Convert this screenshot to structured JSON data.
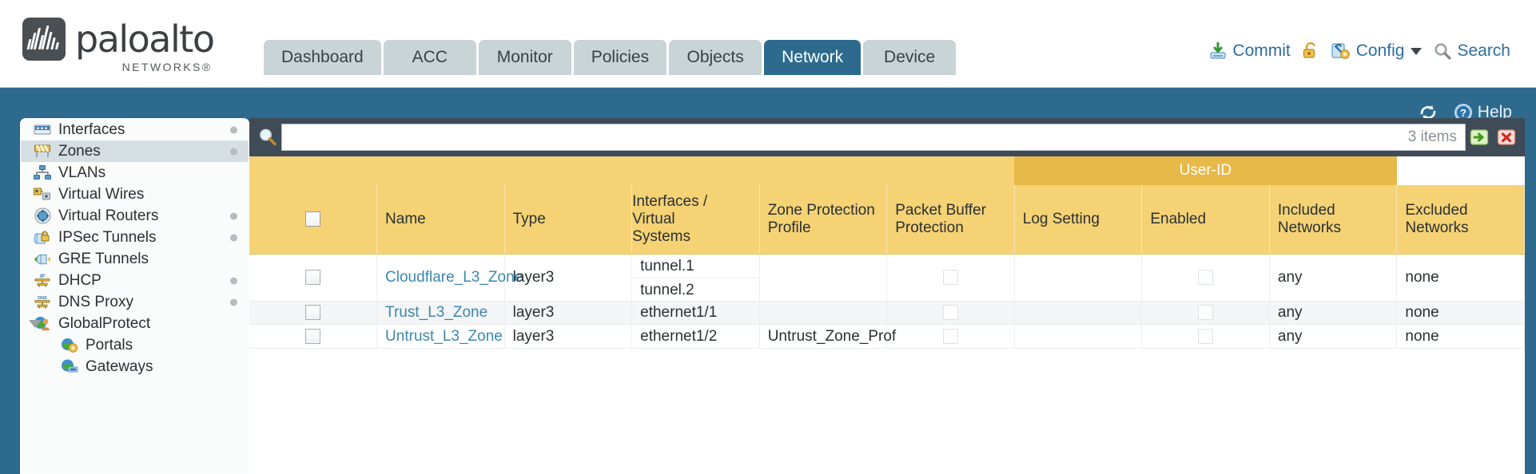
{
  "brand": {
    "name": "paloalto",
    "tagline": "NETWORKS®"
  },
  "nav": {
    "tabs": [
      {
        "label": "Dashboard",
        "active": false
      },
      {
        "label": "ACC",
        "active": false
      },
      {
        "label": "Monitor",
        "active": false
      },
      {
        "label": "Policies",
        "active": false
      },
      {
        "label": "Objects",
        "active": false
      },
      {
        "label": "Network",
        "active": true
      },
      {
        "label": "Device",
        "active": false
      }
    ]
  },
  "top_actions": {
    "commit": "Commit",
    "lock_icon": "unlock-padlock-icon",
    "config": "Config",
    "search": "Search"
  },
  "help_row": {
    "refresh_icon": "refresh-icon",
    "help": "Help"
  },
  "sidebar": {
    "items": [
      {
        "label": "Interfaces",
        "icon": "interfaces-icon",
        "dot": true,
        "selected": false,
        "child": false,
        "expander": false
      },
      {
        "label": "Zones",
        "icon": "zones-icon",
        "dot": true,
        "selected": true,
        "child": false,
        "expander": false
      },
      {
        "label": "VLANs",
        "icon": "vlans-icon",
        "dot": false,
        "selected": false,
        "child": false,
        "expander": false
      },
      {
        "label": "Virtual Wires",
        "icon": "virtual-wires-icon",
        "dot": false,
        "selected": false,
        "child": false,
        "expander": false
      },
      {
        "label": "Virtual Routers",
        "icon": "virtual-routers-icon",
        "dot": true,
        "selected": false,
        "child": false,
        "expander": false
      },
      {
        "label": "IPSec Tunnels",
        "icon": "ipsec-tunnels-icon",
        "dot": true,
        "selected": false,
        "child": false,
        "expander": false
      },
      {
        "label": "GRE Tunnels",
        "icon": "gre-tunnels-icon",
        "dot": false,
        "selected": false,
        "child": false,
        "expander": false
      },
      {
        "label": "DHCP",
        "icon": "dhcp-icon",
        "dot": true,
        "selected": false,
        "child": false,
        "expander": false
      },
      {
        "label": "DNS Proxy",
        "icon": "dns-proxy-icon",
        "dot": true,
        "selected": false,
        "child": false,
        "expander": false
      },
      {
        "label": "GlobalProtect",
        "icon": "globalprotect-icon",
        "dot": false,
        "selected": false,
        "child": false,
        "expander": true
      },
      {
        "label": "Portals",
        "icon": "portals-icon",
        "dot": false,
        "selected": false,
        "child": true,
        "expander": false
      },
      {
        "label": "Gateways",
        "icon": "gateways-icon",
        "dot": false,
        "selected": false,
        "child": true,
        "expander": false
      }
    ]
  },
  "search": {
    "value": "",
    "placeholder": "",
    "items_count": "3 items",
    "apply_icon": "green-arrow-icon",
    "clear_icon": "red-x-icon"
  },
  "table": {
    "group_header": "User-ID",
    "columns": [
      "Name",
      "Type",
      "Interfaces / Virtual Systems",
      "Zone Protection Profile",
      "Packet Buffer Protection",
      "Log Setting",
      "Enabled",
      "Included Networks",
      "Excluded Networks"
    ],
    "column_lines": {
      "interfaces_line1": "Interfaces /",
      "interfaces_line2": "Virtual",
      "interfaces_line3": "Systems",
      "zpp_line1": "Zone Protection",
      "zpp_line2": "Profile",
      "pbp_line1": "Packet Buffer",
      "pbp_line2": "Protection",
      "inc_line1": "Included",
      "inc_line2": "Networks",
      "exc_line1": "Excluded",
      "exc_line2": "Networks"
    },
    "rows": [
      {
        "name": "Cloudflare_L3_Zone",
        "type": "layer3",
        "interfaces": [
          "tunnel.1",
          "tunnel.2"
        ],
        "zone_protection_profile": "",
        "packet_buffer_protection": false,
        "log_setting": "",
        "userid_enabled": false,
        "included_networks": "any",
        "excluded_networks": "none"
      },
      {
        "name": "Trust_L3_Zone",
        "type": "layer3",
        "interfaces": [
          "ethernet1/1"
        ],
        "zone_protection_profile": "",
        "packet_buffer_protection": false,
        "log_setting": "",
        "userid_enabled": false,
        "included_networks": "any",
        "excluded_networks": "none"
      },
      {
        "name": "Untrust_L3_Zone",
        "type": "layer3",
        "interfaces": [
          "ethernet1/2"
        ],
        "zone_protection_profile": "Untrust_Zone_Prof",
        "packet_buffer_protection": false,
        "log_setting": "",
        "userid_enabled": false,
        "included_networks": "any",
        "excluded_networks": "none"
      }
    ]
  },
  "colors": {
    "header_blue": "#2d6a8e",
    "tab_inactive": "#c8d4d6",
    "table_header_gold": "#f5d274",
    "userid_group_gold": "#e7b948",
    "link_blue": "#3d87ad",
    "sidebar_selected": "#d5dfe3",
    "panel_dark": "#3f4b56"
  }
}
